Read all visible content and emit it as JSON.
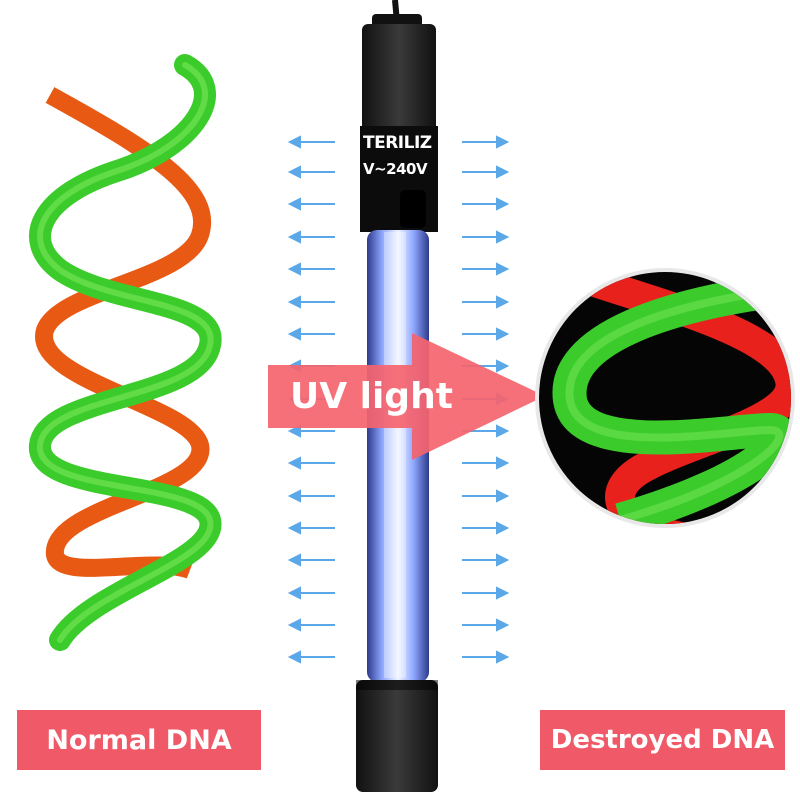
{
  "labels": {
    "uv_light": "UV light",
    "normal_dna": "Normal DNA",
    "destroyed_dna": "Destroyed DNA"
  },
  "lamp": {
    "text_line1": "TERILIZ",
    "text_line2": "V~240V"
  },
  "colors": {
    "label_background": "#f05a68",
    "uv_arrow": "#f5646e",
    "dna_strand_green": "#36c92a",
    "dna_strand_orange": "#e85a14",
    "dna_rungs": "#8c9aa8",
    "light_arrows": "#5aa8e8",
    "lamp_cap": "#1e1e1e",
    "lamp_tube": "#9ab4ff"
  },
  "icons": {
    "dna": "double-helix",
    "uv_lamp": "uv-sterilizer-lamp",
    "light_rays": "arrows-pointing-outward"
  }
}
